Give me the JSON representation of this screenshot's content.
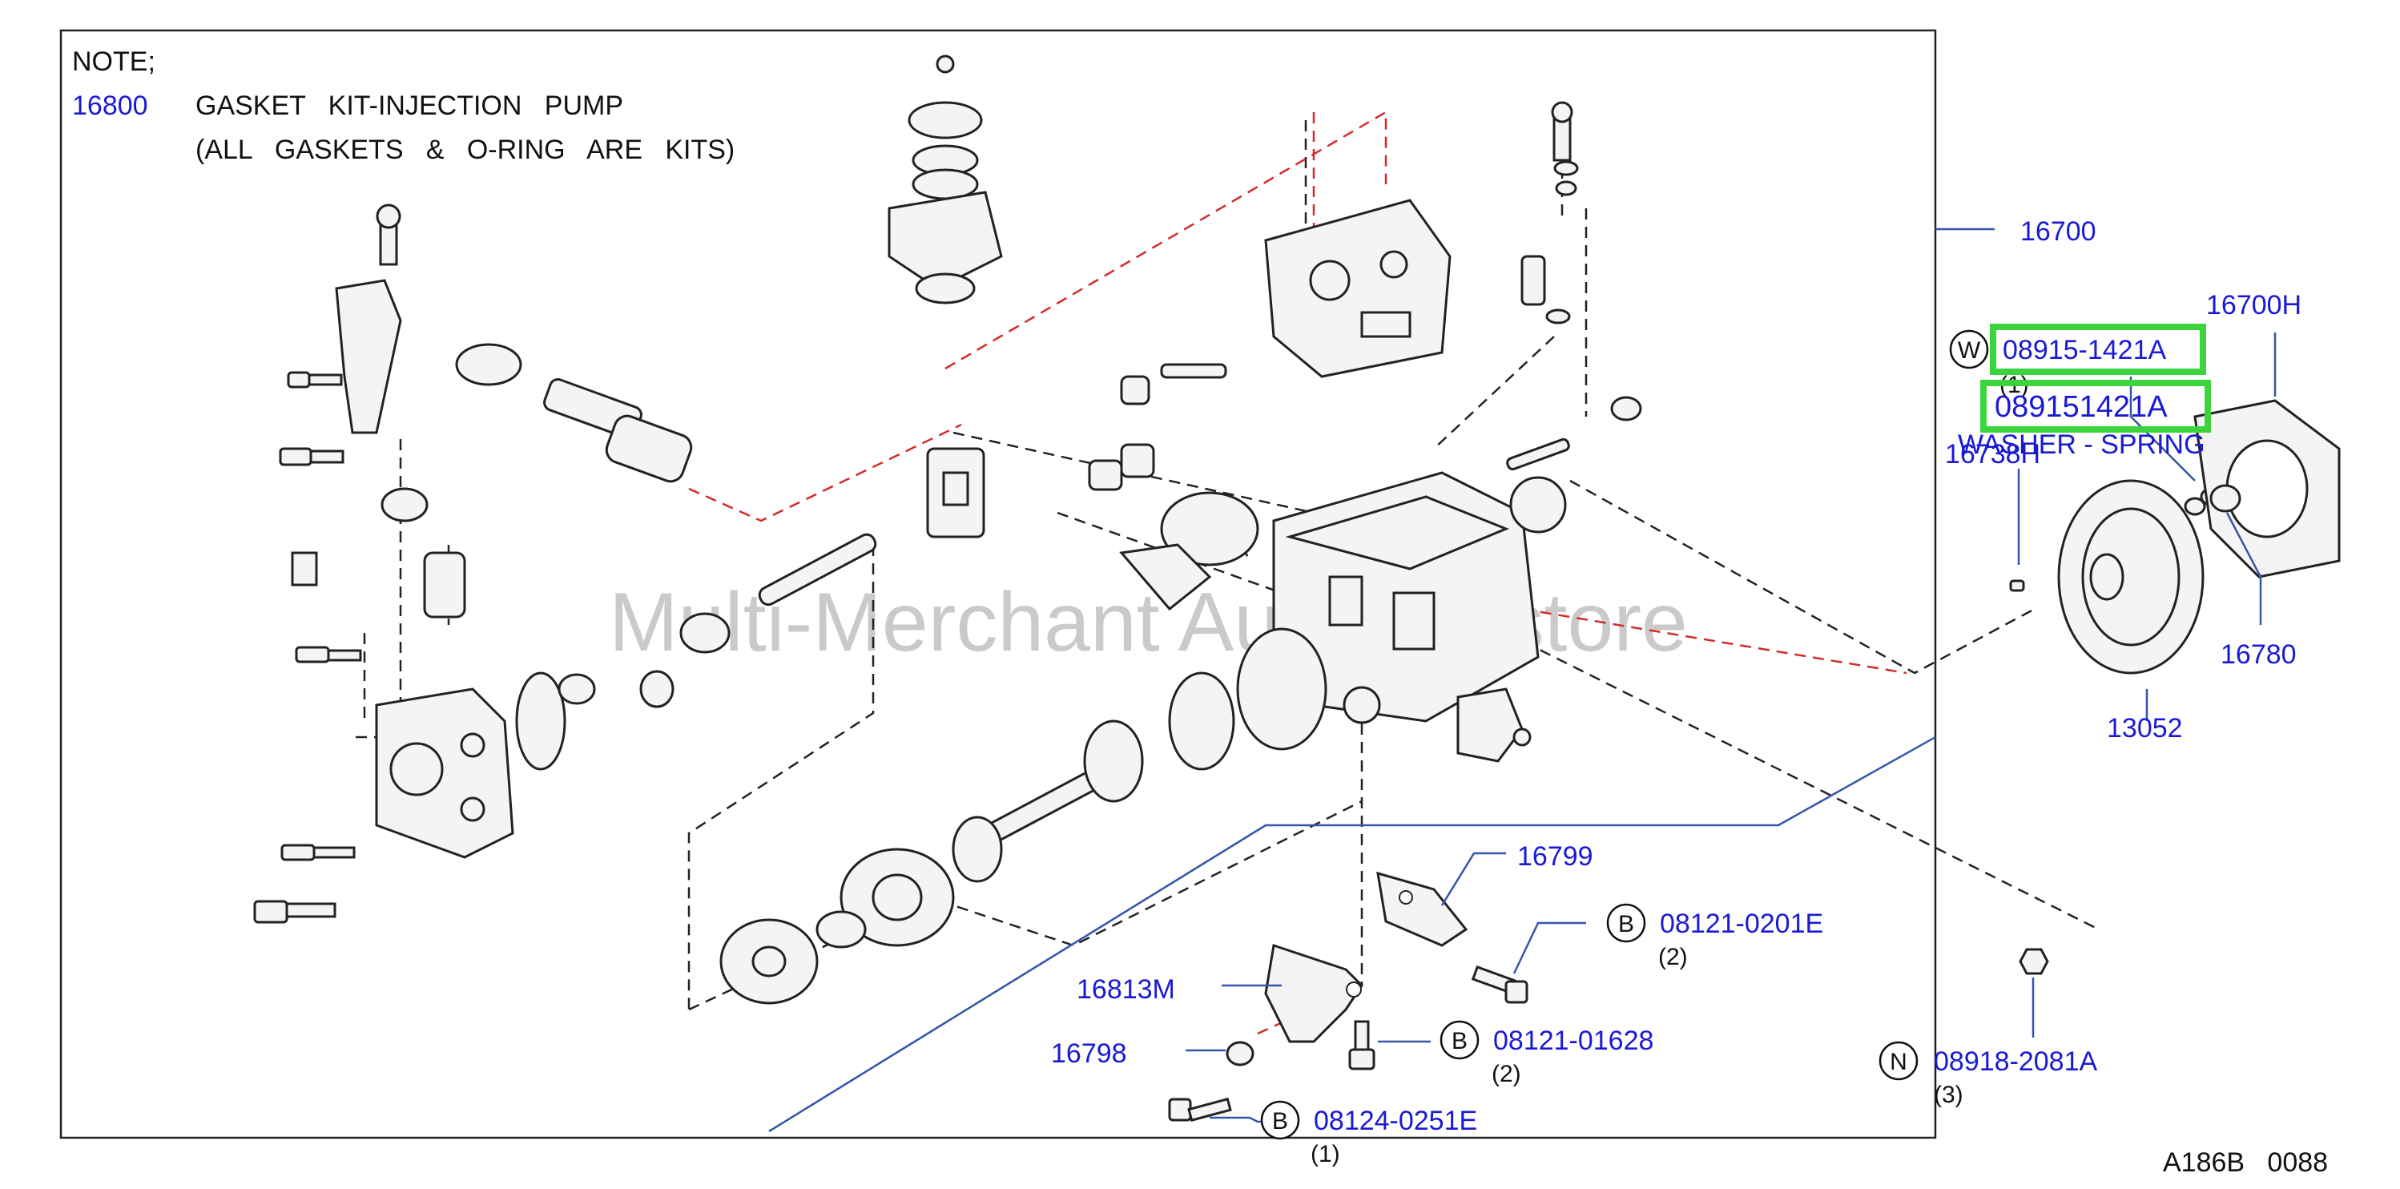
{
  "note": {
    "heading": "NOTE;",
    "code": "16800",
    "line1": "GASKET   KIT-INJECTION   PUMP",
    "line2": "(ALL   GASKETS   &   O-RING   ARE   KITS)"
  },
  "labels": {
    "p16700": "16700",
    "p16700H": "16700H",
    "p16738H": "16738H",
    "p16780": "16780",
    "p13052": "13052",
    "p16799": "16799",
    "p16813M": "16813M",
    "p16798": "16798"
  },
  "fasteners": {
    "w_letter": "W",
    "w_part": "08915-1421A",
    "w_qty": "(1)",
    "w_part_hl": "089151421A",
    "w_desc": "WASHER - SPRING",
    "b1_letter": "B",
    "b1_part": "08121-0201E",
    "b1_qty": "(2)",
    "b2_letter": "B",
    "b2_part": "08121-01628",
    "b2_qty": "(2)",
    "b3_letter": "B",
    "b3_part": "08124-0251E",
    "b3_qty": "(1)",
    "n_letter": "N",
    "n_part": "08918-2081A",
    "n_qty": "(3)"
  },
  "watermark": "Multi-Merchant AutoPartstore",
  "footer_code": "A186B   0088",
  "colors": {
    "label_blue": "#1a1ad6",
    "highlight_green": "#3cd43c",
    "leader_blue": "#3355aa",
    "red_dash": "#d42a2a"
  }
}
